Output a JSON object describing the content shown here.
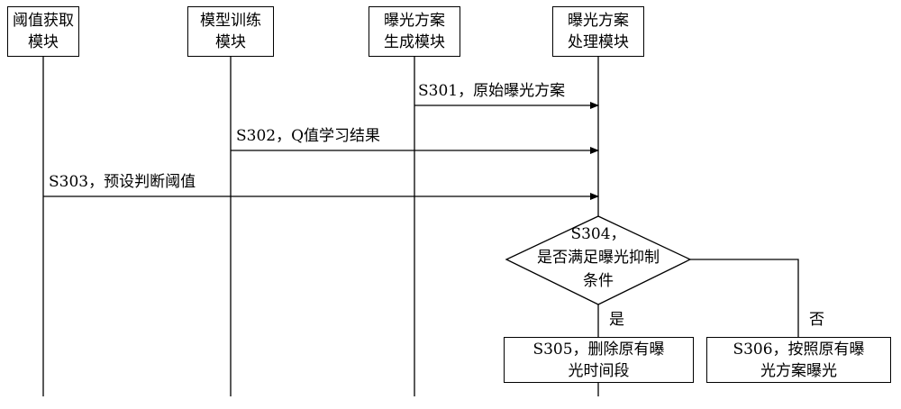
{
  "modules": [
    {
      "line1": "阈值获取",
      "line2": "模块"
    },
    {
      "line1": "模型训练",
      "line2": "模块"
    },
    {
      "line1": "曝光方案",
      "line2": "生成模块"
    },
    {
      "line1": "曝光方案",
      "line2": "处理模块"
    }
  ],
  "messages": [
    {
      "label": "S301，原始曝光方案"
    },
    {
      "label": "S302，Q值学习结果"
    },
    {
      "label": "S303，预设判断阈值"
    }
  ],
  "decision": {
    "line1": "S304，",
    "line2": "是否满足曝光抑制",
    "line3": "条件"
  },
  "branches": {
    "yes": "是",
    "no": "否"
  },
  "results": [
    {
      "line1": "S305，删除原有曝",
      "line2": "光时间段"
    },
    {
      "line1": "S306，按照原有曝",
      "line2": "光方案曝光"
    }
  ]
}
